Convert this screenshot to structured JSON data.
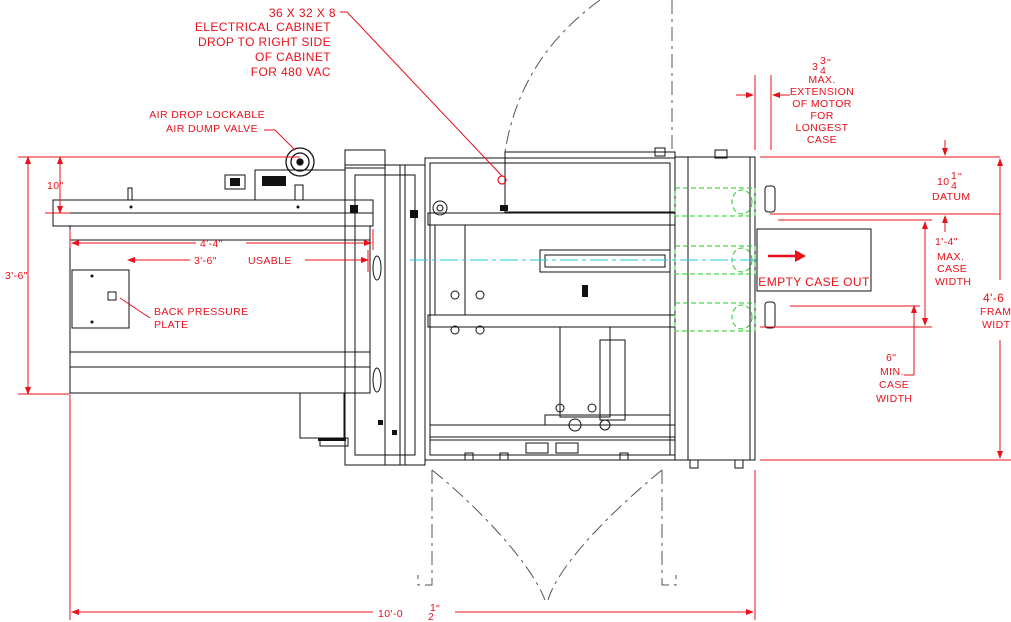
{
  "labels": {
    "cabinet": [
      "36 X 32 X 8",
      "ELECTRICAL CABINET",
      "DROP TO RIGHT SIDE",
      "OF CABINET",
      "FOR 480 VAC"
    ],
    "air_valve": [
      "AIR DROP LOCKABLE",
      "AIR DUMP VALVE"
    ],
    "motor_ext_whole": "3",
    "motor_ext_num": "3",
    "motor_ext_den": "4",
    "motor_ext_inch": "\"",
    "motor_ext": [
      "MAX.",
      "EXTENSION",
      "OF MOTOR",
      "FOR",
      "LONGEST",
      "CASE"
    ],
    "dim_10": "10\"",
    "datum_whole": "10",
    "datum_num": "1",
    "datum_den": "4",
    "datum_inch": "\"",
    "datum_text": "DATUM",
    "dim_4_4": "4'-4\"",
    "dim_3_6_usable": "3'-6\"",
    "usable": "USABLE",
    "dim_3_6": "3'-6\"",
    "back_pressure": [
      "BACK PRESSURE",
      "PLATE"
    ],
    "max_case": [
      "1'-4\"",
      "MAX.",
      "CASE",
      "WIDTH"
    ],
    "empty_case_out": "EMPTY CASE OUT",
    "frame": [
      "4'-6",
      "FRAM",
      "WIDTH"
    ],
    "min_case": [
      "6\"",
      "MIN.",
      "CASE",
      "WIDTH"
    ],
    "overall_whole": "10'-0",
    "overall_num": "1",
    "overall_den": "2",
    "overall_inch": "\""
  },
  "colors": {
    "dimension": "#e8101a",
    "machine": "#111111",
    "hidden": "#22cc22",
    "centerline": "#22c8d8",
    "door_swing": "#555555"
  }
}
